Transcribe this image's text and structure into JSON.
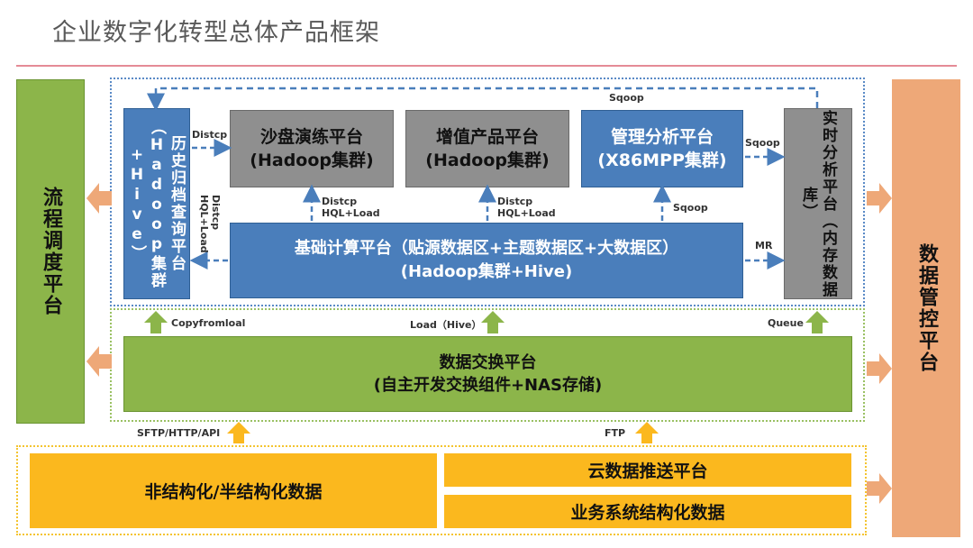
{
  "title": "企业数字化转型总体产品框架",
  "left_platform": "流程调度平台",
  "right_platform": "数据管控平台",
  "history_platform": "历史归档查询平台（Hadoop集群+Hive）",
  "sandbox": {
    "name": "沙盘演练平台",
    "tech": "(Hadoop集群)"
  },
  "value_added": {
    "name": "增值产品平台",
    "tech": "(Hadoop集群)"
  },
  "mgmt_analysis": {
    "name": "管理分析平台",
    "tech": "(X86MPP集群)"
  },
  "realtime": "实时分析平台（内存数据库）",
  "base_compute": {
    "name": "基础计算平台（贴源数据区+主题数据区+大数据区）",
    "tech": "(Hadoop集群+Hive)"
  },
  "exchange": {
    "name": "数据交换平台",
    "tech": "(自主开发交换组件+NAS存储)"
  },
  "unstructured": "非结构化/半结构化数据",
  "cloud_push": "云数据推送平台",
  "business_structured": "业务系统结构化数据",
  "labels": {
    "sqoop_top": "Sqoop",
    "distcp_hist": "Distcp",
    "sqoop_right": "Sqoop",
    "distcp_sandbox": "Distcp\nHQL+Load",
    "distcp_value": "Distcp\nHQL+Load",
    "sqoop_mgmt": "Sqoop",
    "distcp_vertical": "Distcp\nHQL+Load",
    "mr": "MR",
    "copyfrom": "Copyfromloal",
    "load_hive": "Load（Hive）",
    "queue": "Queue",
    "sftp": "SFTP/HTTP/API",
    "ftp": "FTP"
  },
  "colors": {
    "blue": "#4a7ebb",
    "gray": "#8f8f8f",
    "green": "#8cb54a",
    "orange": "#eea878",
    "yellow": "#fbb81e",
    "dash_arrow": "#4a7ebb"
  }
}
